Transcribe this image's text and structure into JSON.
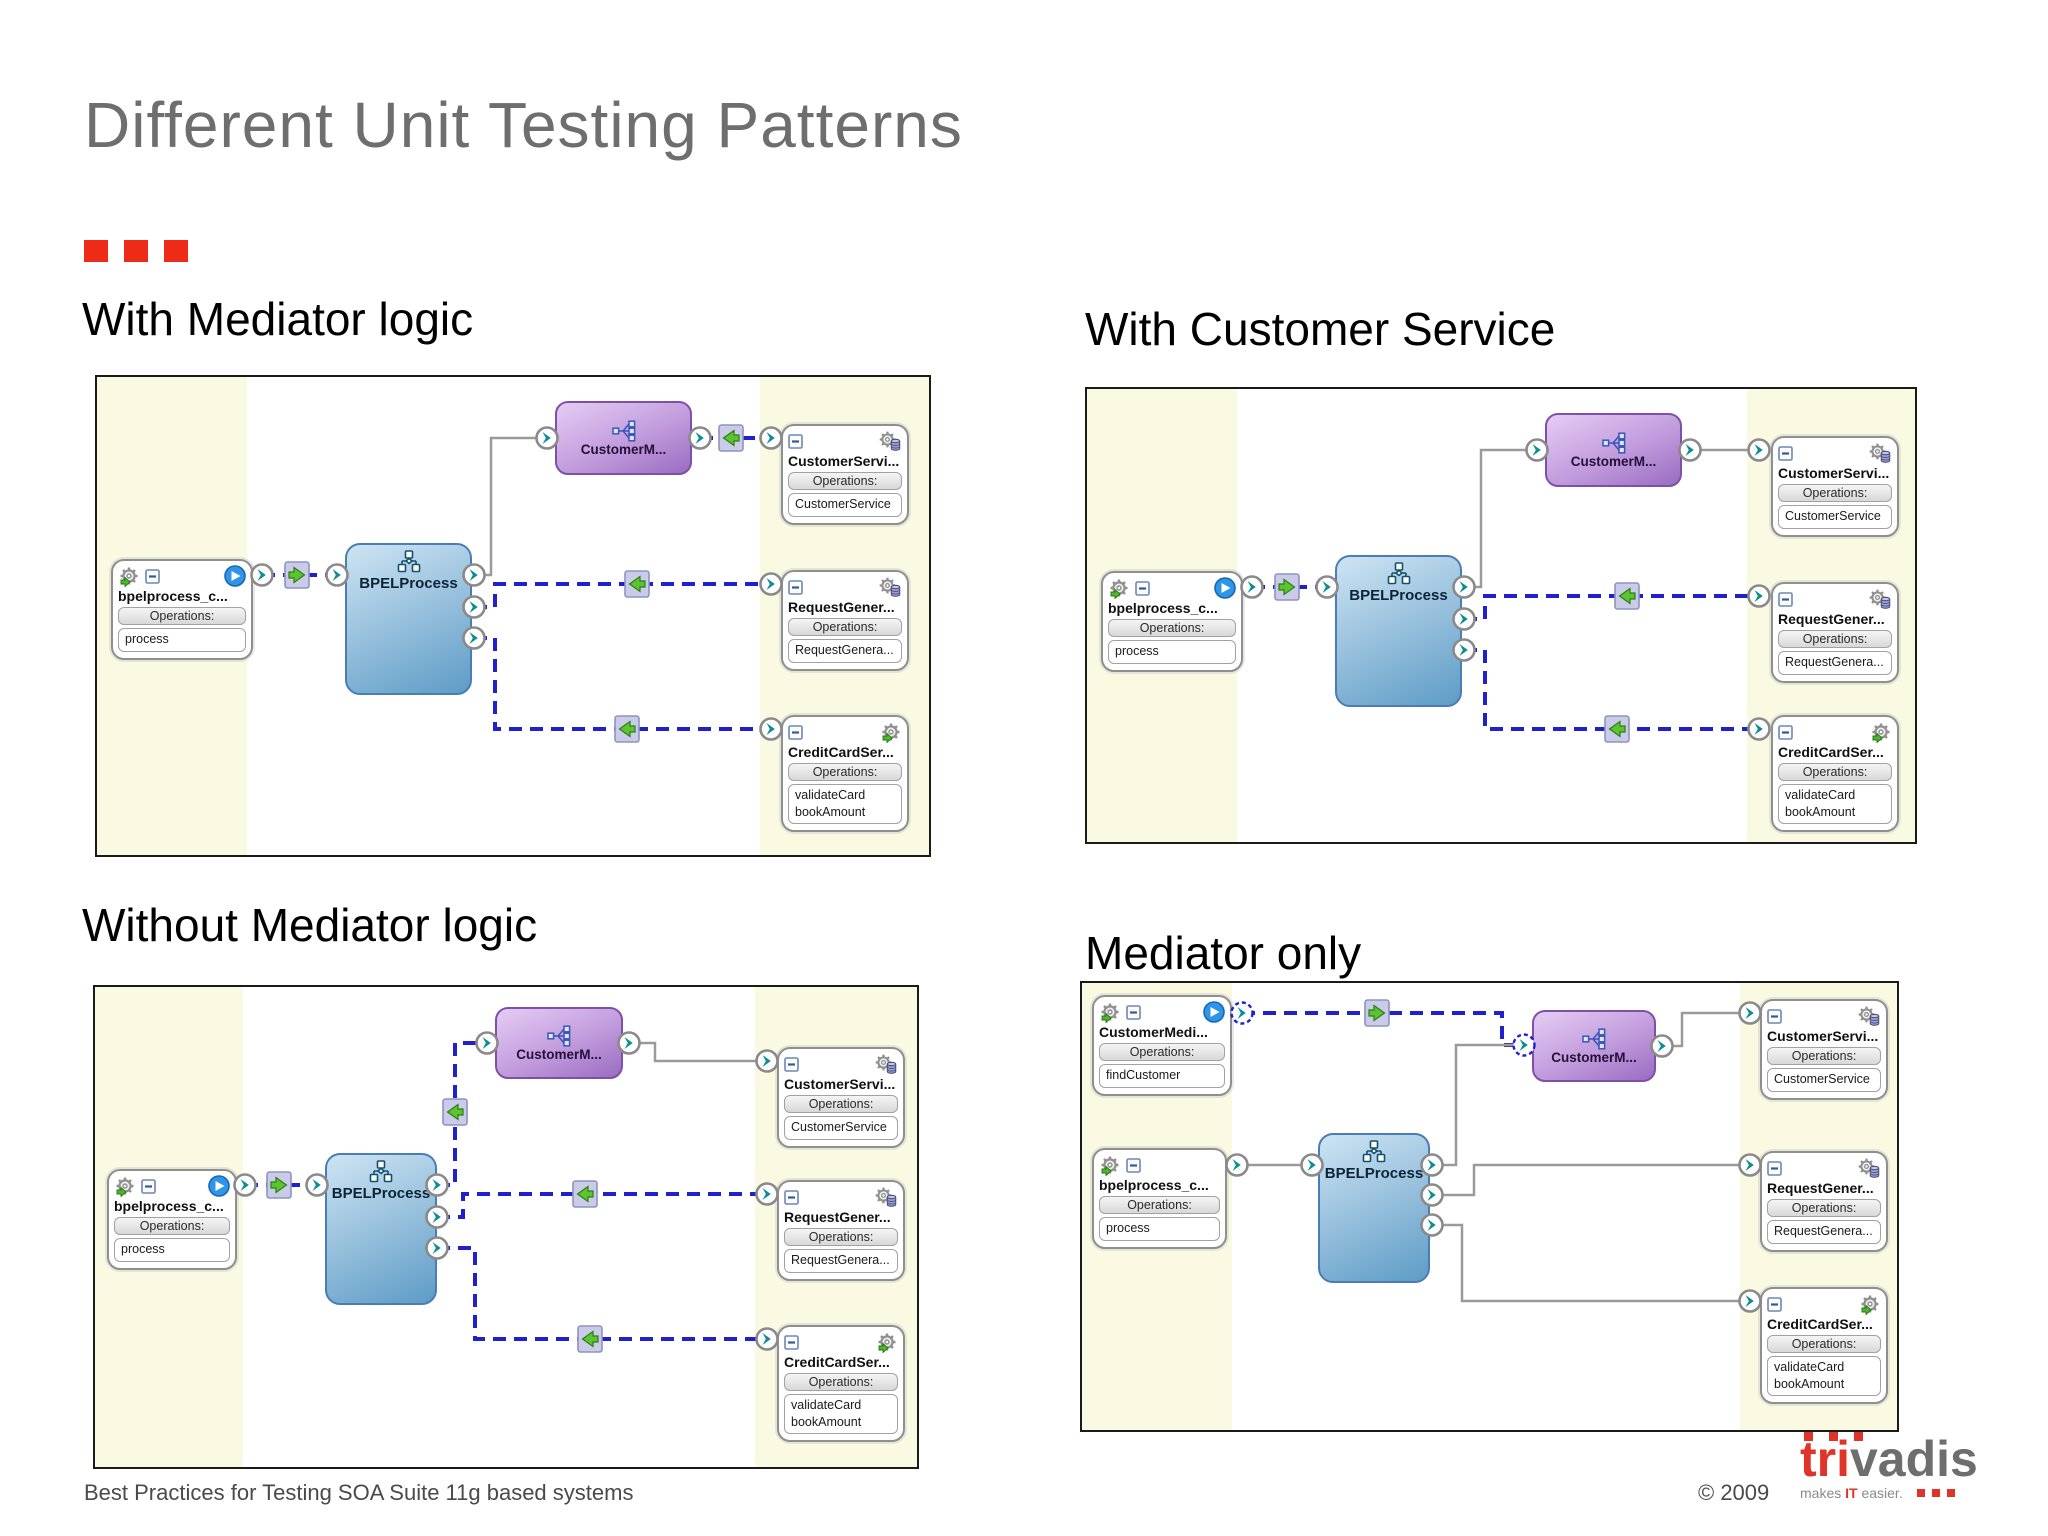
{
  "slide": {
    "title": "Different Unit Testing Patterns",
    "footer_left": "Best Practices for Testing SOA Suite 11g based systems",
    "copyright": "© 2009"
  },
  "sections": {
    "with_mediator": "With Mediator logic",
    "with_customer_service": "With Customer Service",
    "without_mediator": "Without Mediator logic",
    "mediator_only": "Mediator only"
  },
  "components": {
    "bpel_client": {
      "title": "bpelprocess_c...",
      "ops_label": "Operations:",
      "ops": [
        "process"
      ]
    },
    "customer_mediator_client": {
      "title": "CustomerMedi...",
      "ops_label": "Operations:",
      "ops": [
        "findCustomer"
      ]
    },
    "bpel_process": {
      "label": "BPELProcess"
    },
    "mediator": {
      "label": "CustomerM..."
    },
    "customer_service": {
      "title": "CustomerServi...",
      "ops_label": "Operations:",
      "ops": [
        "CustomerService"
      ]
    },
    "request_generator": {
      "title": "RequestGener...",
      "ops_label": "Operations:",
      "ops": [
        "RequestGenera..."
      ]
    },
    "creditcard_service": {
      "title": "CreditCardSer...",
      "ops_label": "Operations:",
      "ops": [
        "validateCard",
        "bookAmount"
      ]
    }
  },
  "logo": {
    "part_red": "tri",
    "part_gray": "vadis",
    "tagline_pre": "makes ",
    "tagline_it": "IT",
    "tagline_post": " easier."
  },
  "colors": {
    "accent_red": "#ee2b16",
    "logo_red": "#e0342b",
    "title_gray": "#6e6e6e",
    "wire_test_blue": "#2020cf",
    "wire_gray": "#9a9a9a",
    "bpel_blue": "#6fa3cc",
    "mediator_purple": "#b287d2",
    "lane_yellow": "#fafae3",
    "port_teal": "#0c8d94",
    "arrow_green": "#55bb33"
  }
}
